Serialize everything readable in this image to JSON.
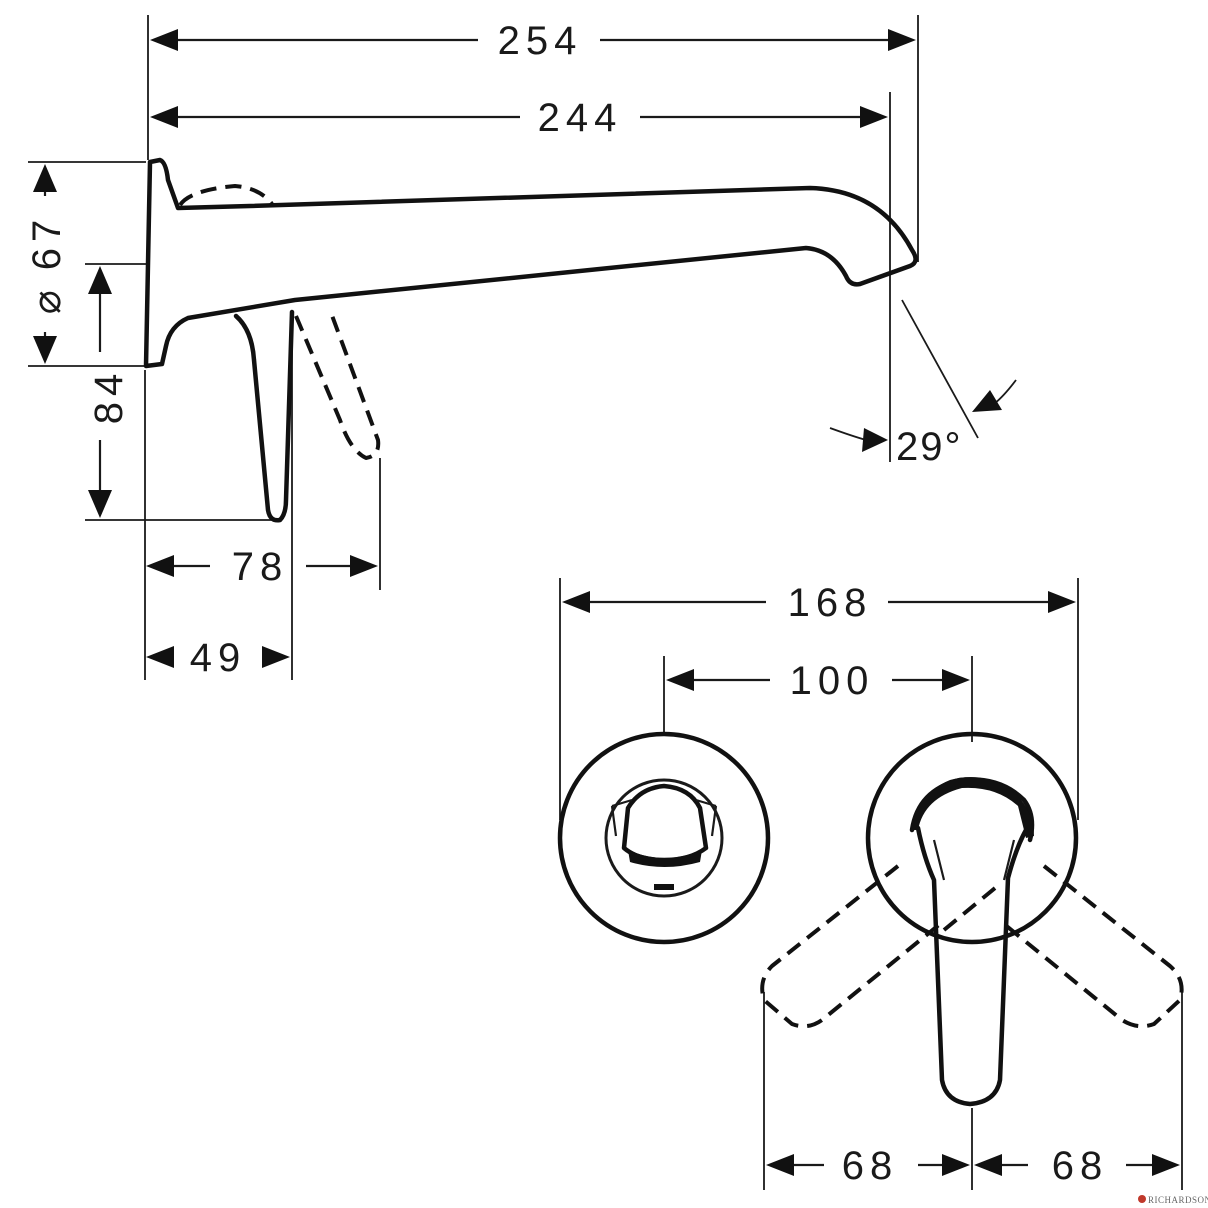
{
  "dimensions": {
    "overall_length": "254",
    "spout_length": "244",
    "rosette_diameter_symbol": "⌀",
    "rosette_diameter": "67",
    "height_to_handle": "84",
    "handle_depth_max": "78",
    "handle_depth": "49",
    "spout_angle": "29°",
    "plate_width": "168",
    "hole_spacing": "100",
    "lever_swing_left": "68",
    "lever_swing_right": "68"
  },
  "watermark": {
    "text": "RICHARDSON"
  },
  "colors": {
    "line": "#111111",
    "background": "#ffffff",
    "watermark_accent": "#c0392b"
  }
}
